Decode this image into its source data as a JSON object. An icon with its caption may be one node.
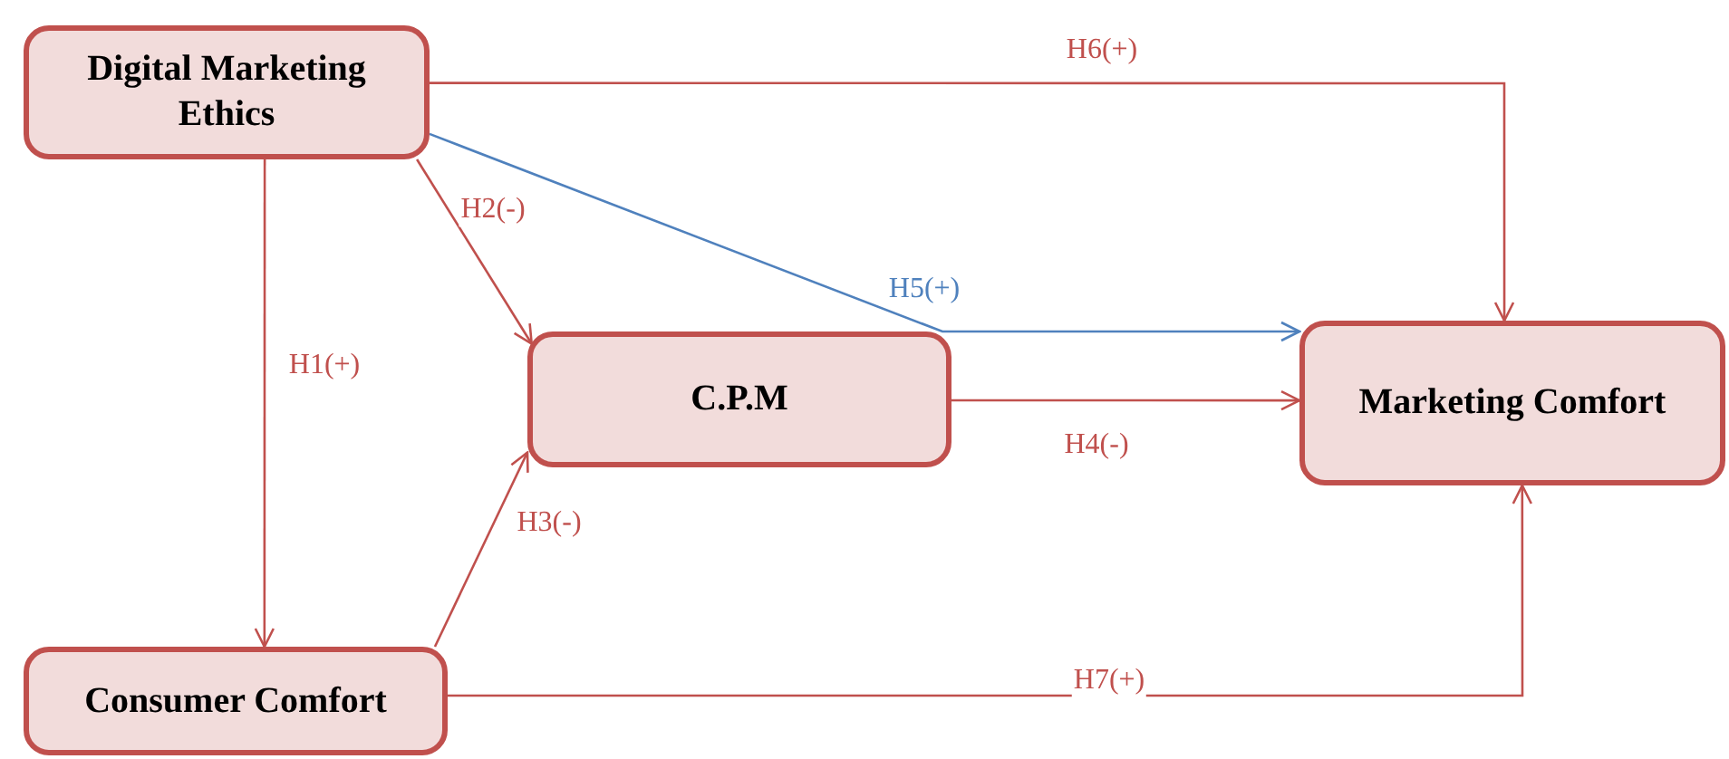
{
  "diagram": {
    "nodes": [
      {
        "text": [
          "Digital Marketing Ethics"
        ]
      },
      {
        "text": [
          "C.P.M"
        ]
      },
      {
        "text": [
          "Marketing Comfort"
        ]
      },
      {
        "text": [
          "Consumer Comfort"
        ]
      }
    ],
    "edges": [
      {
        "from": 0,
        "to": 3,
        "arrow": "to",
        "label": "H1(+)"
      },
      {
        "from": 0,
        "to": 1,
        "arrow": "to",
        "label": "H2(-)"
      },
      {
        "from": 3,
        "to": 1,
        "arrow": "to",
        "label": "H3(-)"
      },
      {
        "from": 1,
        "to": 2,
        "arrow": "to",
        "label": "H4(-)"
      },
      {
        "from": 0,
        "to": 2,
        "arrow": "to",
        "label": "H5(+)",
        "color": "#4f81bd"
      },
      {
        "from": 0,
        "to": 2,
        "arrow": "to",
        "label": "H6(+)"
      },
      {
        "from": 3,
        "to": 2,
        "arrow": "to",
        "label": "H7(+)"
      }
    ]
  }
}
